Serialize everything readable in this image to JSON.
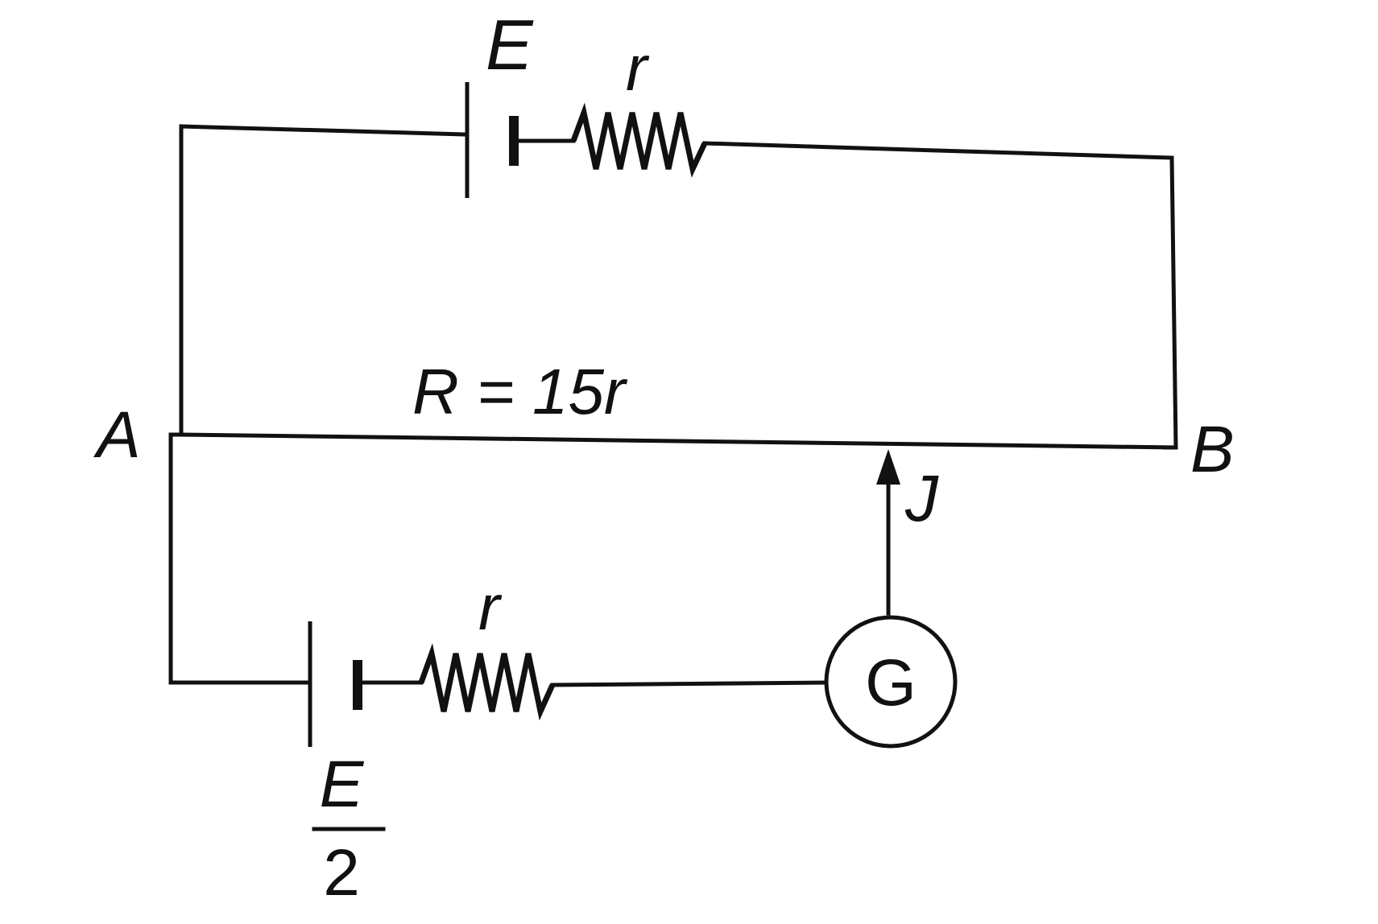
{
  "diagram": {
    "labels": {
      "emf_top": "E",
      "internal_resistance_top": "r",
      "wire_resistance": "R = 15r",
      "node_a": "A",
      "node_b": "B",
      "jockey": "J",
      "internal_resistance_bottom": "r",
      "galvanometer": "G",
      "emf_bottom_numerator": "E",
      "emf_bottom_denominator": "2"
    },
    "colors": {
      "line": "#111111",
      "background": "#ffffff"
    }
  }
}
